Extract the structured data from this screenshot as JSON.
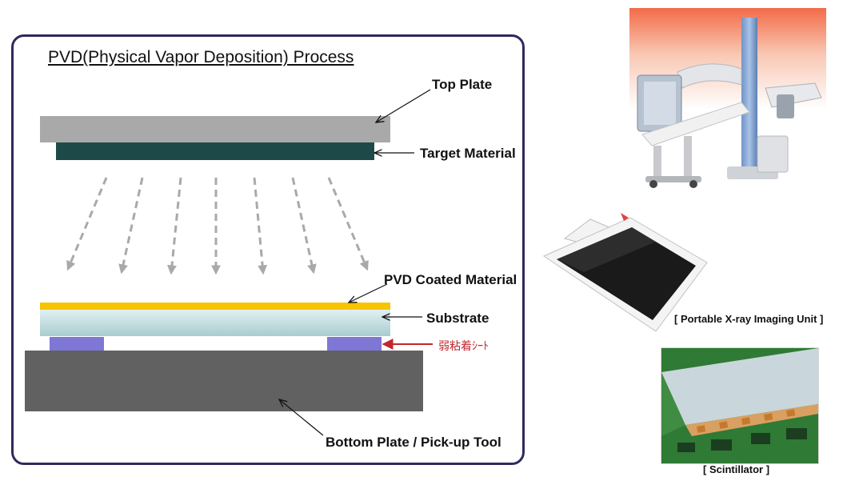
{
  "diagram": {
    "title": "PVD(Physical Vapor Deposition) Process",
    "labels": {
      "top_plate": "Top Plate",
      "target_material": "Target Material",
      "pvd_coated_material": "PVD Coated Material",
      "substrate": "Substrate",
      "adhesive_sheet": "弱粘着ｼｰﾄ",
      "bottom_plate": "Bottom Plate / Pick-up Tool"
    },
    "colors": {
      "border": "#2e2a5c",
      "top_plate": "#a9a9a9",
      "target": "#1d4a49",
      "coating": "#f6c400",
      "substrate": "#b9d9dc",
      "adhesive": "#7f77d6",
      "bottom_plate": "#616161",
      "deposition_arrows": "#a9a9a9",
      "adhesive_arrow": "#c1272d"
    }
  },
  "images": {
    "xray_system": {
      "icon": "xray-system-photo"
    },
    "portable_unit": {
      "caption": "[ Portable X-ray Imaging Unit ]",
      "icon": "flat-panel-detector-photo"
    },
    "scintillator": {
      "caption": "[ Scintillator ]",
      "icon": "circuit-board-photo"
    }
  }
}
